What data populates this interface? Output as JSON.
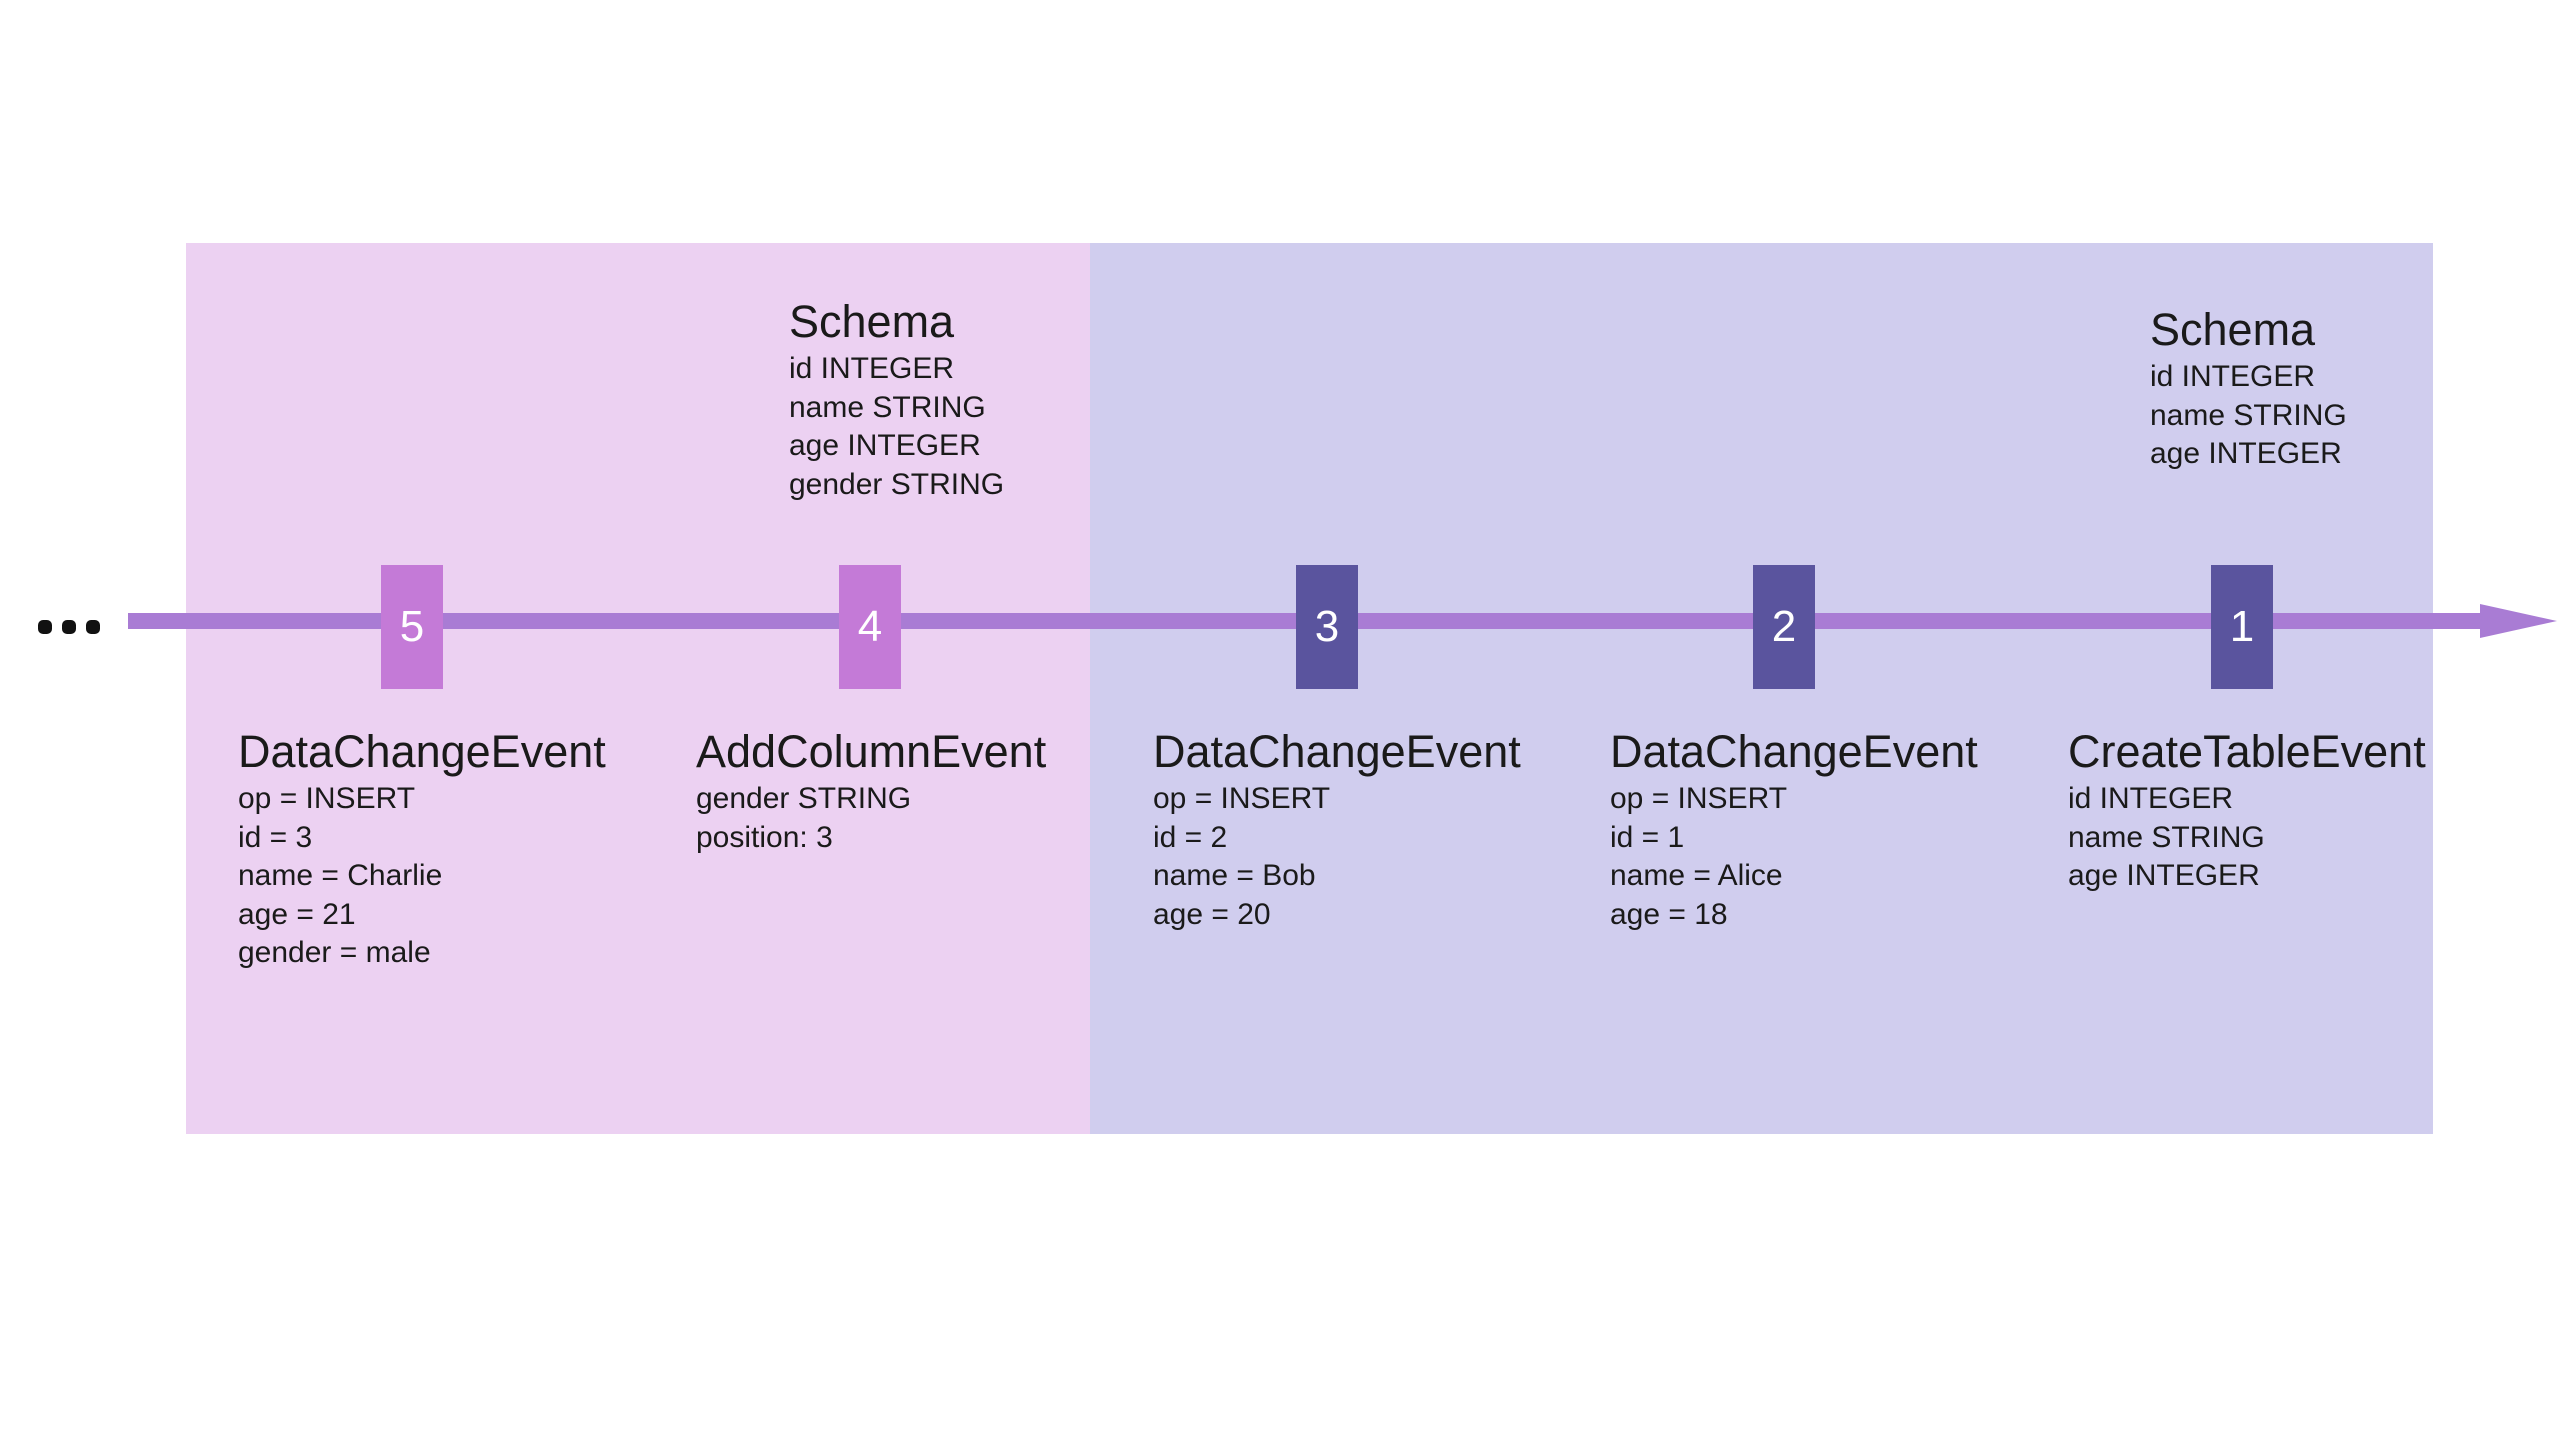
{
  "colors": {
    "panel_pink": "#ecd1f2",
    "panel_lavender": "#d0cdee",
    "arrow_purple": "#a97cd4",
    "marker_light_orchid": "#c47ad7",
    "marker_dark_slate": "#5a549e",
    "text": "#1a1a1a",
    "marker_number_text": "#ffffff"
  },
  "icons": {
    "ellipsis": "•••",
    "arrowhead": "triangle-right"
  },
  "markers": [
    {
      "label": "5",
      "variant": "light"
    },
    {
      "label": "4",
      "variant": "light"
    },
    {
      "label": "3",
      "variant": "dark"
    },
    {
      "label": "2",
      "variant": "dark"
    },
    {
      "label": "1",
      "variant": "dark"
    }
  ],
  "schemas": [
    {
      "title": "Schema",
      "lines": [
        "id INTEGER",
        "name STRING",
        "age INTEGER",
        "gender STRING"
      ]
    },
    {
      "title": "Schema",
      "lines": [
        "id INTEGER",
        "name STRING",
        "age INTEGER"
      ]
    }
  ],
  "events": [
    {
      "title": "DataChangeEvent",
      "lines": [
        "op = INSERT",
        "id = 3",
        "name = Charlie",
        "age = 21",
        "gender = male"
      ]
    },
    {
      "title": "AddColumnEvent",
      "lines": [
        "gender STRING",
        "position: 3"
      ]
    },
    {
      "title": "DataChangeEvent",
      "lines": [
        "op = INSERT",
        "id = 2",
        "name = Bob",
        "age = 20"
      ]
    },
    {
      "title": "DataChangeEvent",
      "lines": [
        "op = INSERT",
        "id = 1",
        "name = Alice",
        "age = 18"
      ]
    },
    {
      "title": "CreateTableEvent",
      "lines": [
        "id INTEGER",
        "name STRING",
        "age INTEGER"
      ]
    }
  ]
}
